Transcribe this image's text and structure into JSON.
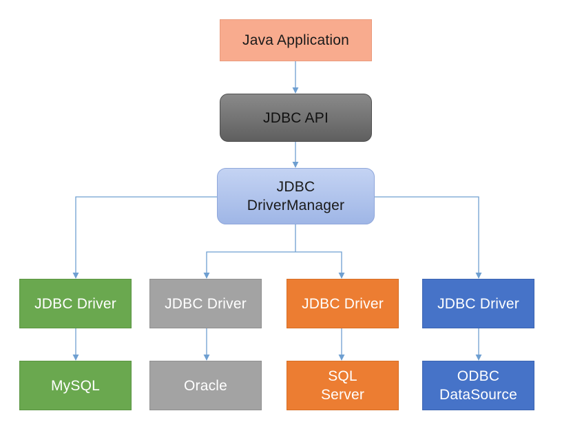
{
  "colors": {
    "java_app": "#f8ab8e",
    "jdbc_api": "#6f6f6f",
    "driver_manager": "#aebfe9",
    "green": "#6aa84f",
    "gray": "#a3a3a3",
    "orange": "#ec7d32",
    "blue": "#4673c8",
    "connector": "#6e9fd1"
  },
  "nodes": {
    "java_app": {
      "label": "Java Application"
    },
    "jdbc_api": {
      "label": "JDBC API"
    },
    "driver_manager": {
      "line1": "JDBC",
      "line2": "DriverManager"
    },
    "drivers": [
      {
        "label": "JDBC Driver",
        "color": "green"
      },
      {
        "label": "JDBC Driver",
        "color": "gray"
      },
      {
        "label": "JDBC Driver",
        "color": "orange"
      },
      {
        "label": "JDBC Driver",
        "color": "blue"
      }
    ],
    "databases": [
      {
        "line1": "MySQL",
        "line2": ""
      },
      {
        "line1": "Oracle",
        "line2": ""
      },
      {
        "line1": "SQL",
        "line2": "Server"
      },
      {
        "line1": "ODBC",
        "line2": "DataSource"
      }
    ]
  },
  "edges": [
    {
      "from": "java_app",
      "to": "jdbc_api"
    },
    {
      "from": "jdbc_api",
      "to": "driver_manager"
    },
    {
      "from": "driver_manager",
      "to": "driver_1"
    },
    {
      "from": "driver_manager",
      "to": "driver_2"
    },
    {
      "from": "driver_manager",
      "to": "driver_3"
    },
    {
      "from": "driver_manager",
      "to": "driver_4"
    },
    {
      "from": "driver_1",
      "to": "database_1"
    },
    {
      "from": "driver_2",
      "to": "database_2"
    },
    {
      "from": "driver_3",
      "to": "database_3"
    },
    {
      "from": "driver_4",
      "to": "database_4"
    }
  ]
}
